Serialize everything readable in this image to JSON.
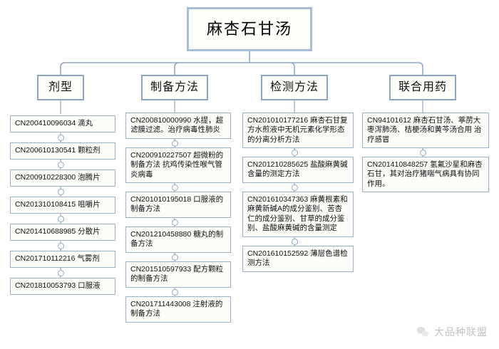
{
  "diagram": {
    "root": {
      "label": "麻杏石甘汤"
    },
    "branches": [
      {
        "label": "剂型",
        "items": [
          {
            "text": "CN200410096034 滴丸"
          },
          {
            "text": "CN200610130541 颗粒剂"
          },
          {
            "text": "CN200910228300 泡腾片"
          },
          {
            "text": "CN201310108415 咀嚼片"
          },
          {
            "text": "CN201410688985 分散片"
          },
          {
            "text": "CN201710112216 气雾剂"
          },
          {
            "text": "CN201810053793 口服液"
          }
        ]
      },
      {
        "label": "制备方法",
        "items": [
          {
            "text": "CN200810000990 水提，超滤膜过滤。治疗病毒性肺炎"
          },
          {
            "text": "CN200910227507 超微粉的制备方法 抗鸡传染性喉气管炎病毒"
          },
          {
            "text": "CN201010195018 口服液的制备方法"
          },
          {
            "text": "CN201210458880 糖丸的制备方法"
          },
          {
            "text": "CN201510597933 配方颗粒的制备方法"
          },
          {
            "text": "CN201711443008 注射液的制备方法"
          }
        ]
      },
      {
        "label": "检测方法",
        "items": [
          {
            "text": "CN201010177216 麻杏石甘复方水煎液中无机元素化学形态的分离分析方法"
          },
          {
            "text": "CN201210285625 盐酸麻黄碱含量的测定方法"
          },
          {
            "text": "CN201610347363 麻黄根素和麻黄新碱A的成分鉴别、苦杏仁的成分鉴别、甘草的成分鉴别、盐酸麻黄碱的含量测定"
          },
          {
            "text": "CN201610152592 薄层色谱检测方法"
          }
        ]
      },
      {
        "label": "联合用药",
        "items": [
          {
            "text": "CN94101612 麻杏石甘汤、葶苈大枣泻肺汤、桔梗汤和黄芩汤合用 治疗感冒"
          },
          {
            "text": "CN201410848257 氢氟沙星和麻杏石甘，其对治疗猪喘气病具有协同作用。"
          }
        ]
      }
    ]
  },
  "watermark": {
    "label": "大品种联盟",
    "icon": "wechat-icon"
  },
  "colors": {
    "box_border": "#8fa8c8",
    "line": "#8fa8c8",
    "box_fill": "#fdfdfa",
    "text": "#111111",
    "watermark": "#b9b9b9"
  }
}
